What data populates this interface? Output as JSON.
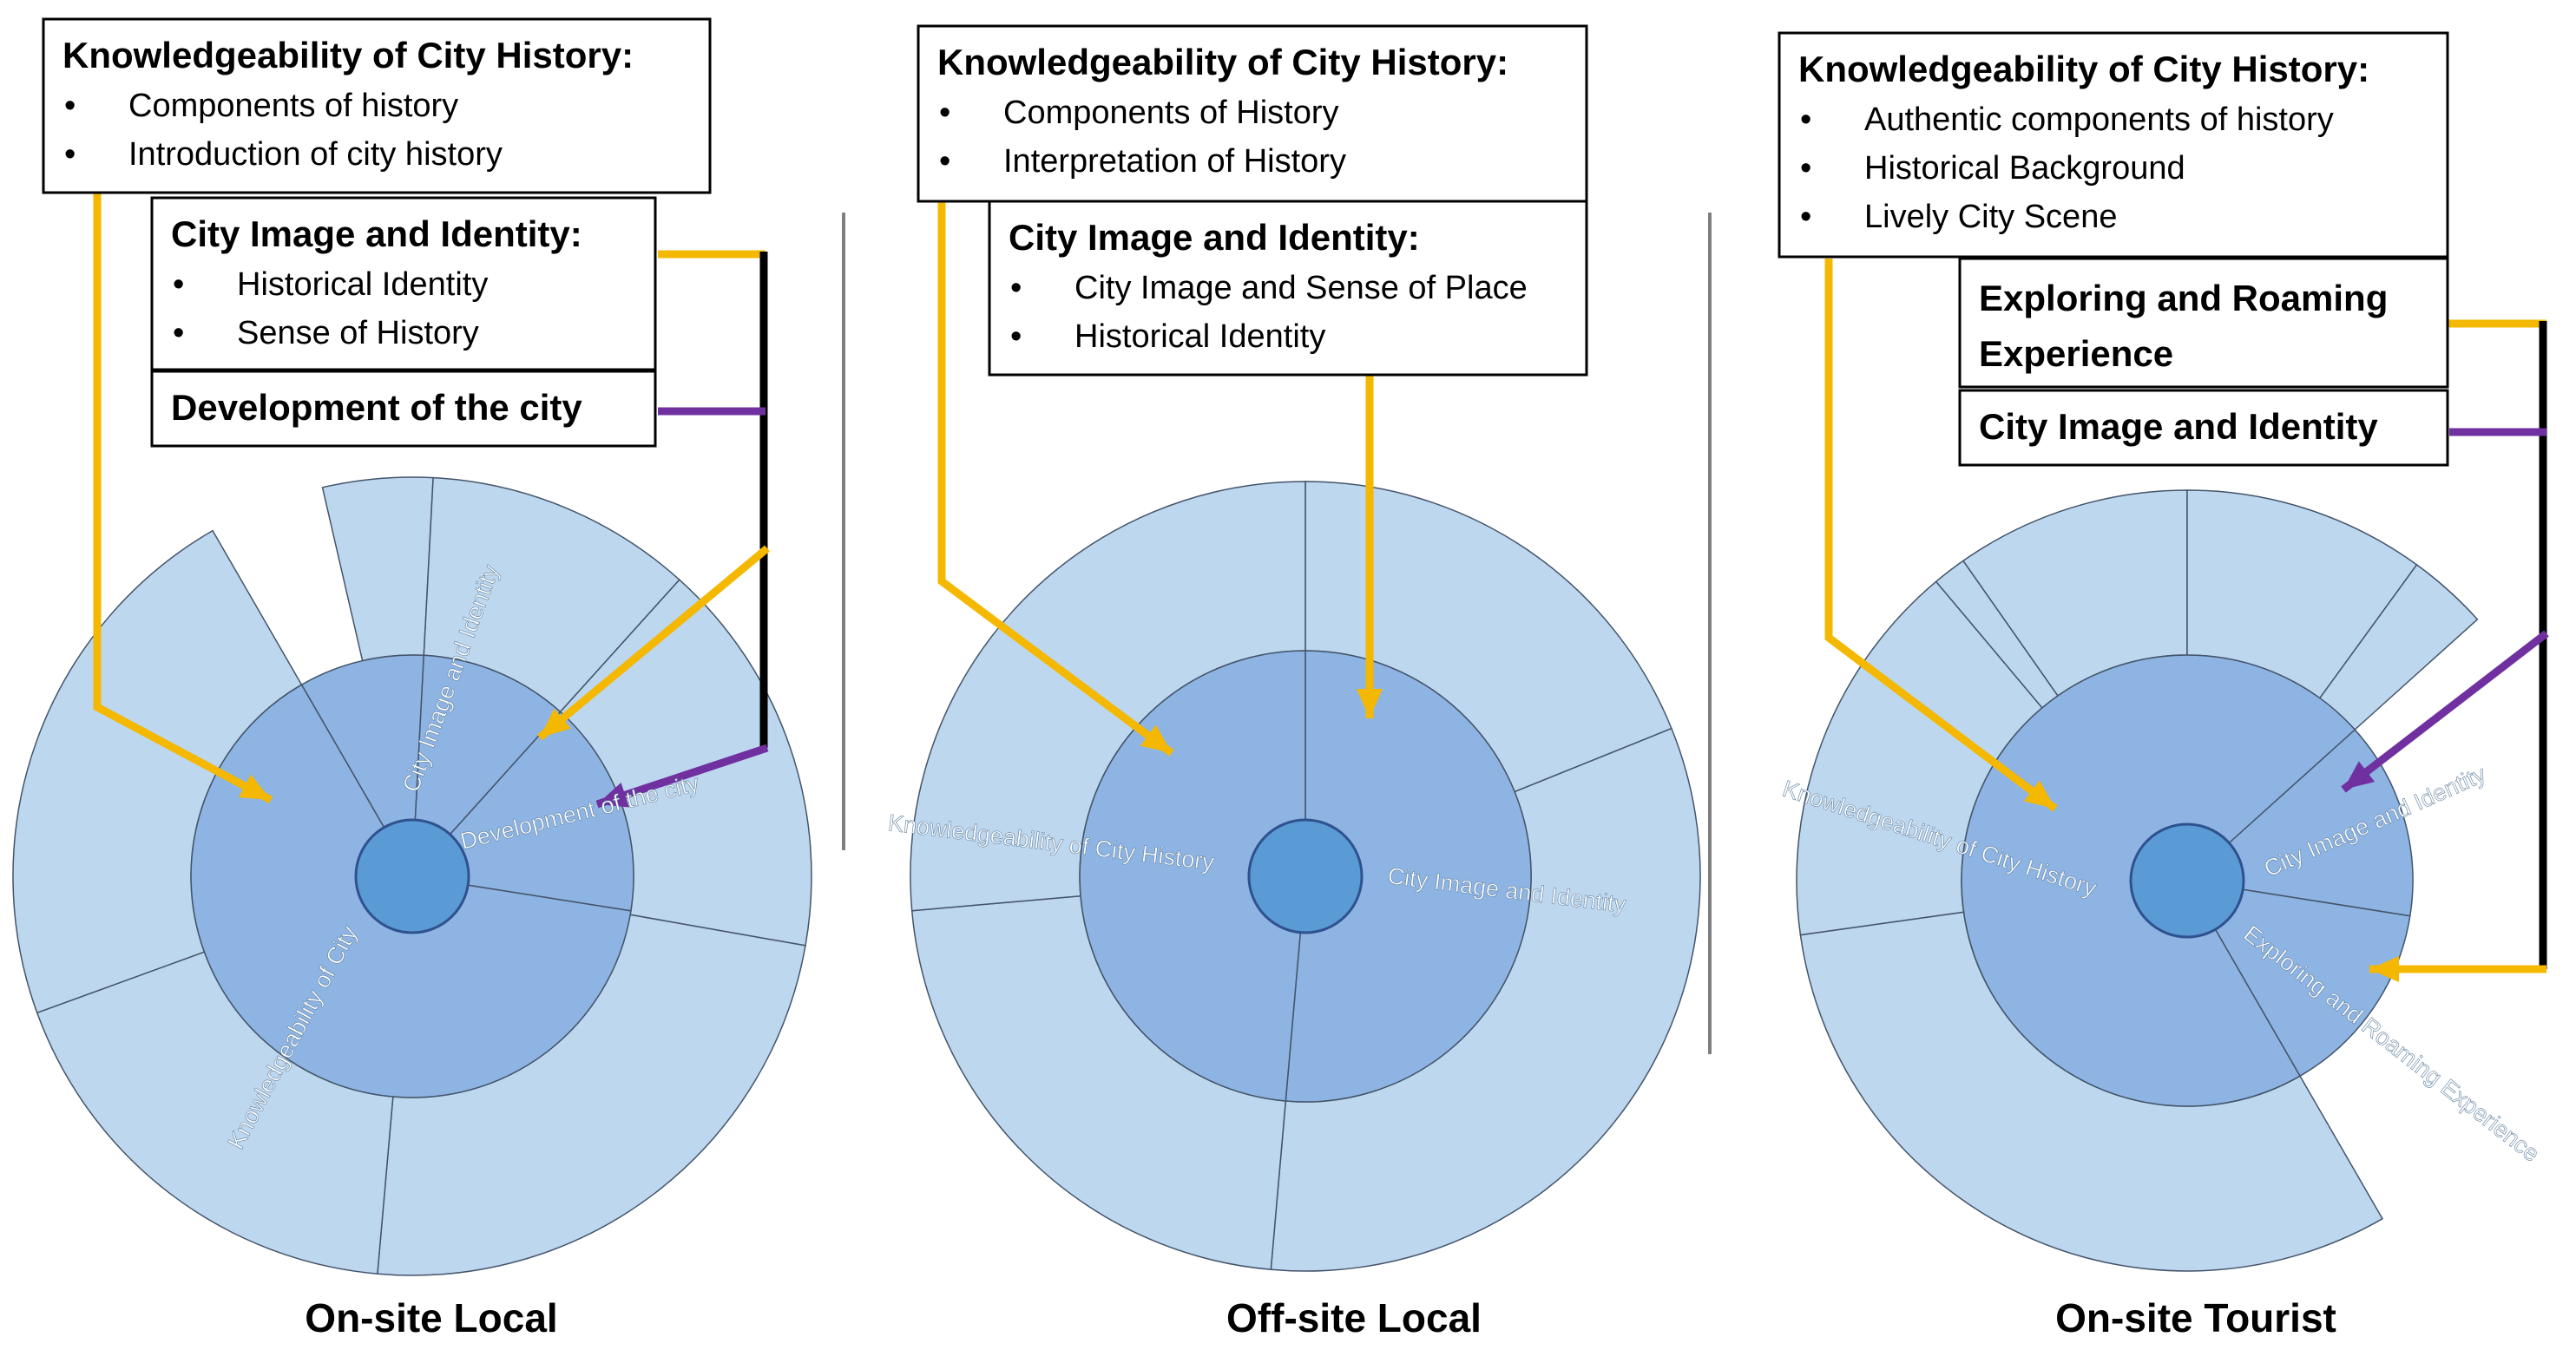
{
  "colors": {
    "outer_ring": "#bdd7ee",
    "inner_ring": "#8db4e2",
    "center": "#5b9bd5",
    "yellow_connector": "#f5b800",
    "purple_connector": "#7030a0",
    "divider": "#7f7f7f"
  },
  "panels": [
    {
      "caption": "On-site Local",
      "boxes": [
        {
          "title": "Knowledgeability of City History:",
          "items": [
            "Components of history",
            "Introduction of city history"
          ]
        },
        {
          "title": "City Image and Identity:",
          "items": [
            "Historical Identity",
            "Sense of History"
          ]
        },
        {
          "title": "Development of the city",
          "items": []
        }
      ],
      "ring_labels": [
        "City Image and Identity",
        "Development of the city",
        "Knowledgeability of City"
      ]
    },
    {
      "caption": "Off-site Local",
      "boxes": [
        {
          "title": "Knowledgeability of City History:",
          "items": [
            "Components of History",
            "Interpretation of History"
          ]
        },
        {
          "title": "City Image and Identity:",
          "items": [
            "City Image and Sense of Place",
            "Historical Identity"
          ]
        }
      ],
      "ring_labels": [
        "Knowledgeability of City History",
        "City Image and Identity"
      ]
    },
    {
      "caption": "On-site Tourist",
      "boxes": [
        {
          "title": "Knowledgeability of City History:",
          "items": [
            "Authentic components of history",
            "Historical Background",
            "Lively City Scene"
          ]
        },
        {
          "title": "Exploring and Roaming",
          "items": [],
          "title_line2": "Experience"
        },
        {
          "title": "City Image and Identity",
          "items": []
        }
      ],
      "ring_labels": [
        "Knowledgeability of City History",
        "City Image and Identity",
        "Exploring and Roaming Experience"
      ]
    }
  ]
}
